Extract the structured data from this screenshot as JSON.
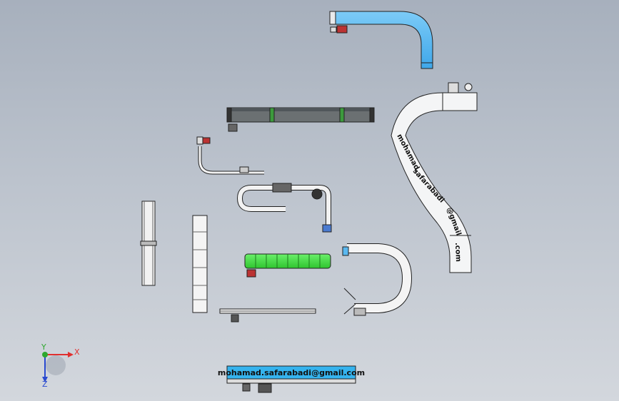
{
  "colors": {
    "background_top": "#a7b0bd",
    "background_bottom": "#d3d7dd",
    "accent_blue": "#5ab8f0",
    "accent_green": "#4ee04e",
    "dark_belt": "#5a5f62",
    "motor_red": "#c0392b",
    "axis_x": "#e03030",
    "axis_y": "#2fa82f",
    "axis_z": "#2a4ad0"
  },
  "s_curve_text": {
    "line1": "mohamad.",
    "line2": "safarabadi",
    "line3": "@gmail",
    "line4": ".com"
  },
  "banner": {
    "text": "mohamad.safarabadi@gmail.com"
  },
  "triad": {
    "x_label": "X",
    "y_label": "Y",
    "z_label": "Z"
  },
  "components": [
    {
      "name": "blue-curved-conveyor",
      "color": "accent_blue"
    },
    {
      "name": "dark-belt-conveyor",
      "color": "dark_belt"
    },
    {
      "name": "s-curve-conveyor",
      "color": "white"
    },
    {
      "name": "hook-conveyor",
      "color": "white"
    },
    {
      "name": "u-turn-conveyor",
      "color": "white"
    },
    {
      "name": "vertical-roller-conveyor-left",
      "color": "white"
    },
    {
      "name": "vertical-slat-conveyor",
      "color": "white"
    },
    {
      "name": "green-slat-conveyor",
      "color": "accent_green"
    },
    {
      "name": "flat-belt-conveyor",
      "color": "white"
    },
    {
      "name": "c-curve-conveyor",
      "color": "white"
    },
    {
      "name": "banner-conveyor",
      "color": "accent_blue"
    }
  ]
}
